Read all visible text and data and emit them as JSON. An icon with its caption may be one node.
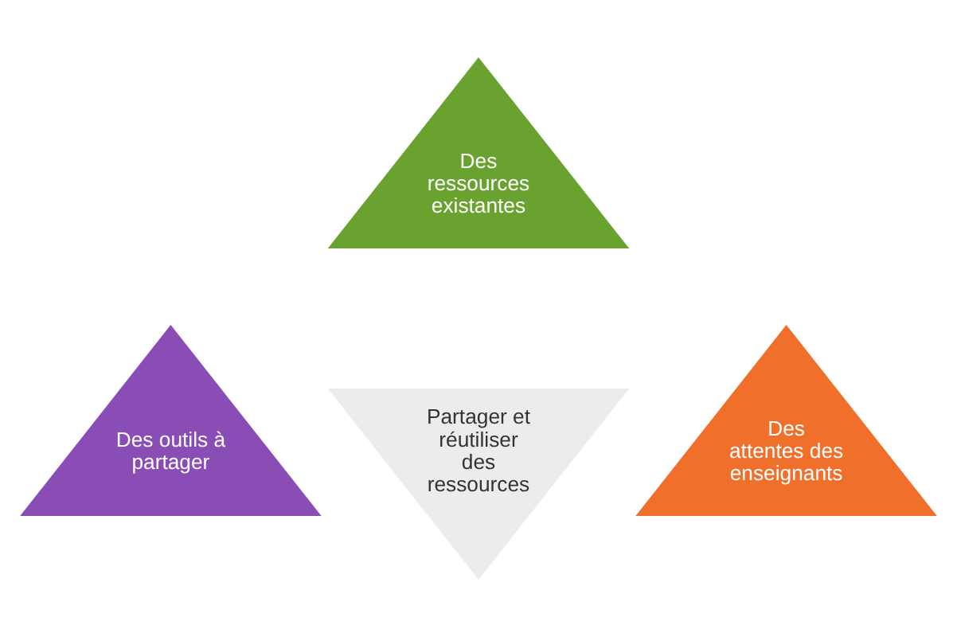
{
  "diagram": {
    "nodes": [
      {
        "text": [
          "Des ressources existantes"
        ]
      },
      {
        "text": [
          "Partager et réutiliser des ressources"
        ]
      },
      {
        "text": [
          "Des outils à partager"
        ]
      },
      {
        "text": [
          "Des attentes des enseignants"
        ]
      }
    ]
  }
}
